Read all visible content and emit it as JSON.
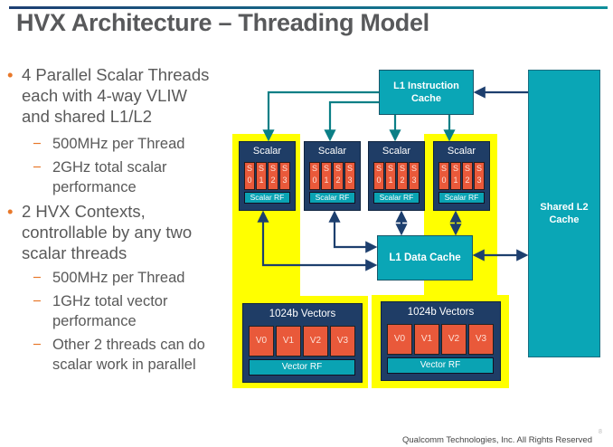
{
  "slide": {
    "title": "HVX Architecture – Threading Model",
    "bullets": [
      {
        "lines": [
          "4 Parallel Scalar Threads",
          "each with 4-way VLIW",
          "and shared L1/L2"
        ],
        "sub": [
          [
            "500MHz per Thread"
          ],
          [
            "2GHz total scalar",
            "performance"
          ]
        ]
      },
      {
        "lines": [
          "2 HVX Contexts,",
          "controllable by any two",
          "scalar threads"
        ],
        "sub": [
          [
            "500MHz per Thread"
          ],
          [
            "1GHz total vector",
            "performance"
          ],
          [
            "Other 2 threads can do",
            "scalar work in parallel"
          ]
        ]
      }
    ],
    "bullet_marker": "•",
    "sub_marker": "−",
    "footer": "Qualcomm Technologies, Inc. All Rights Reserved",
    "page_number": "8"
  },
  "diagram": {
    "l1_instruction_cache": "L1 Instruction Cache",
    "l1_data_cache": "L1 Data Cache",
    "shared_l2_cache": "Shared L2 Cache",
    "scalar_label": "Scalar",
    "scalar_rf_label": "Scalar RF",
    "slots": [
      [
        "S",
        "0"
      ],
      [
        "S",
        "1"
      ],
      [
        "S",
        "2"
      ],
      [
        "S",
        "3"
      ]
    ],
    "vector_label": "1024b Vectors",
    "vector_regs": [
      "V0",
      "V1",
      "V2",
      "V3"
    ],
    "vector_rf_label": "Vector RF",
    "colors": {
      "accent": "#e8782a",
      "teal": "#0aa6b6",
      "navy": "#1f3d66",
      "slot": "#e9593a",
      "highlight": "#ffff00",
      "instr_arrow": "#0b7f86",
      "data_arrow": "#1d3f6e"
    }
  }
}
